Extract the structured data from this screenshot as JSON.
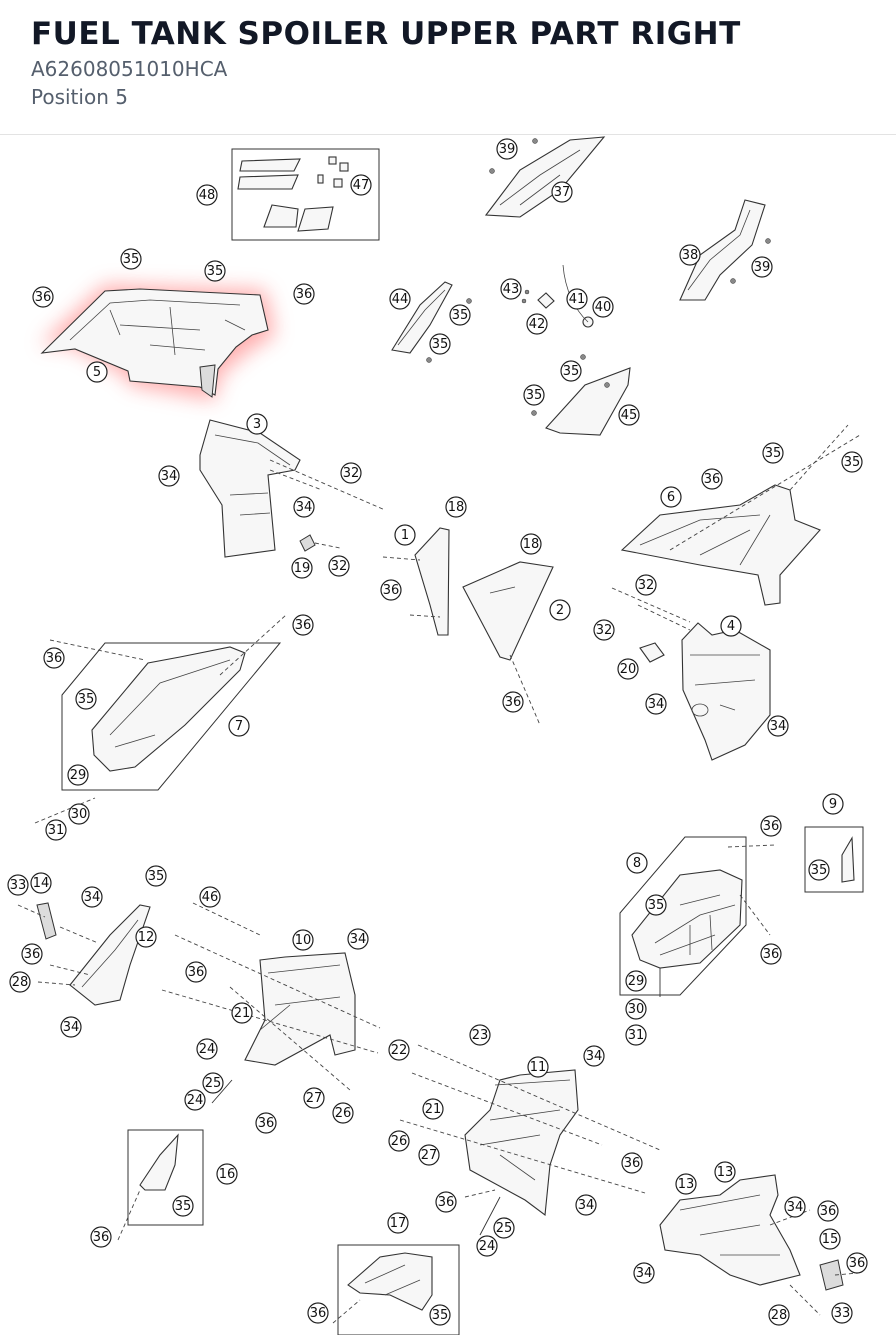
{
  "header": {
    "title": "FUEL TANK SPOILER UPPER PART RIGHT",
    "part_number": "A62608051010HCA",
    "position": "Position 5"
  },
  "diagram": {
    "highlighted_part": "5",
    "highlight_color": "#ff6b6b",
    "callouts": [
      {
        "n": "48"
      },
      {
        "n": "47"
      },
      {
        "n": "39"
      },
      {
        "n": "37"
      },
      {
        "n": "38"
      },
      {
        "n": "39"
      },
      {
        "n": "35"
      },
      {
        "n": "35"
      },
      {
        "n": "36"
      },
      {
        "n": "36"
      },
      {
        "n": "5"
      },
      {
        "n": "44"
      },
      {
        "n": "35"
      },
      {
        "n": "35"
      },
      {
        "n": "43"
      },
      {
        "n": "41"
      },
      {
        "n": "40"
      },
      {
        "n": "42"
      },
      {
        "n": "35"
      },
      {
        "n": "35"
      },
      {
        "n": "45"
      },
      {
        "n": "3"
      },
      {
        "n": "34"
      },
      {
        "n": "32"
      },
      {
        "n": "34"
      },
      {
        "n": "19"
      },
      {
        "n": "32"
      },
      {
        "n": "18"
      },
      {
        "n": "1"
      },
      {
        "n": "36"
      },
      {
        "n": "18"
      },
      {
        "n": "2"
      },
      {
        "n": "36"
      },
      {
        "n": "35"
      },
      {
        "n": "36"
      },
      {
        "n": "35"
      },
      {
        "n": "6"
      },
      {
        "n": "32"
      },
      {
        "n": "4"
      },
      {
        "n": "32"
      },
      {
        "n": "20"
      },
      {
        "n": "34"
      },
      {
        "n": "34"
      },
      {
        "n": "36"
      },
      {
        "n": "36"
      },
      {
        "n": "35"
      },
      {
        "n": "7"
      },
      {
        "n": "29"
      },
      {
        "n": "30"
      },
      {
        "n": "31"
      },
      {
        "n": "9"
      },
      {
        "n": "36"
      },
      {
        "n": "35"
      },
      {
        "n": "8"
      },
      {
        "n": "35"
      },
      {
        "n": "36"
      },
      {
        "n": "29"
      },
      {
        "n": "30"
      },
      {
        "n": "31"
      },
      {
        "n": "33"
      },
      {
        "n": "14"
      },
      {
        "n": "34"
      },
      {
        "n": "35"
      },
      {
        "n": "12"
      },
      {
        "n": "36"
      },
      {
        "n": "28"
      },
      {
        "n": "34"
      },
      {
        "n": "46"
      },
      {
        "n": "10"
      },
      {
        "n": "34"
      },
      {
        "n": "36"
      },
      {
        "n": "21"
      },
      {
        "n": "22"
      },
      {
        "n": "24"
      },
      {
        "n": "25"
      },
      {
        "n": "24"
      },
      {
        "n": "36"
      },
      {
        "n": "27"
      },
      {
        "n": "26"
      },
      {
        "n": "23"
      },
      {
        "n": "34"
      },
      {
        "n": "11"
      },
      {
        "n": "21"
      },
      {
        "n": "26"
      },
      {
        "n": "27"
      },
      {
        "n": "36"
      },
      {
        "n": "16"
      },
      {
        "n": "35"
      },
      {
        "n": "36"
      },
      {
        "n": "36"
      },
      {
        "n": "25"
      },
      {
        "n": "24"
      },
      {
        "n": "34"
      },
      {
        "n": "13"
      },
      {
        "n": "13"
      },
      {
        "n": "34"
      },
      {
        "n": "36"
      },
      {
        "n": "15"
      },
      {
        "n": "36"
      },
      {
        "n": "34"
      },
      {
        "n": "28"
      },
      {
        "n": "33"
      },
      {
        "n": "17"
      },
      {
        "n": "36"
      },
      {
        "n": "35"
      }
    ]
  }
}
